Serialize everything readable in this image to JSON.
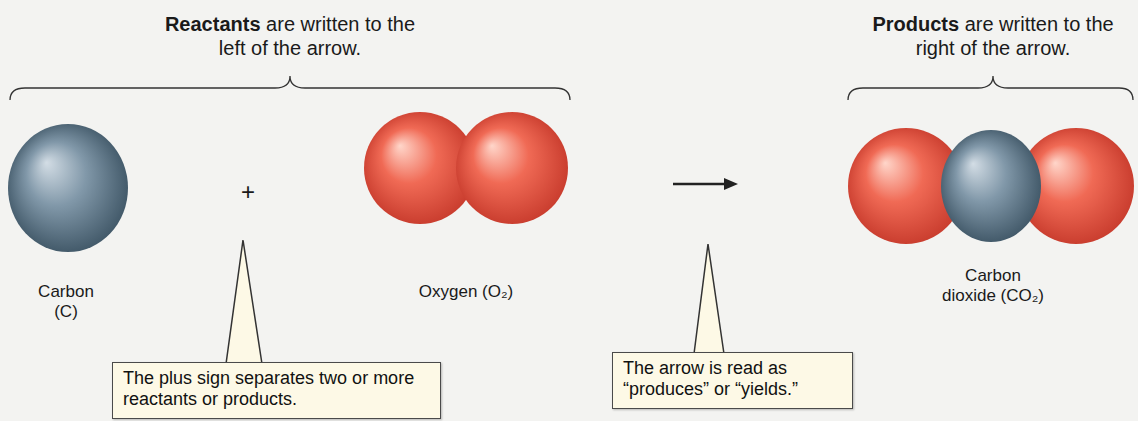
{
  "diagram": {
    "nodes": [
      {
        "text": [
          "The plus sign separates two or more reactants or products."
        ]
      },
      {
        "text": [
          "The arrow is read as “produces” or “yields.”"
        ]
      }
    ],
    "labels": [
      "Reactants",
      "are written to the left of the arrow.",
      "Products",
      "are written to the right of the arrow.",
      "Carbon (C)",
      "+",
      "Oxygen (O₂)",
      "Carbon dioxide (CO₂)"
    ]
  }
}
